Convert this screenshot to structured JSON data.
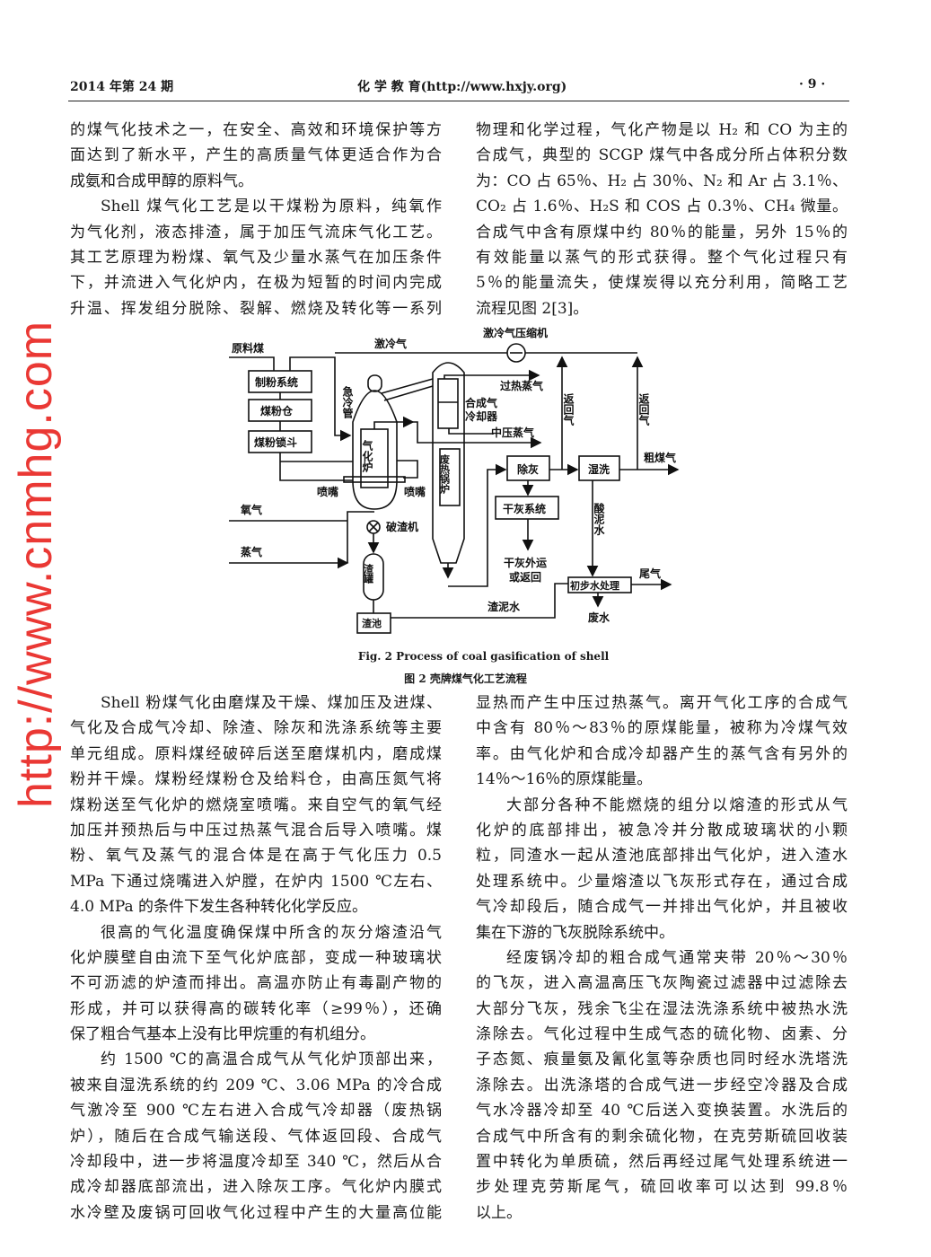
{
  "header": {
    "issue": "2014 年第 24 期",
    "journal": "化 学 教 育(http://www.hxjy.org)",
    "page": "· 9 ·"
  },
  "top_left": [
    {
      "t": "的煤气化技术之一，在安全、高效和环境保护等方"
    },
    {
      "t": "面达到了新水平，产生的高质量气体更适合作为合"
    },
    {
      "t": "成氨和合成甲醇的原料气。",
      "end": true
    },
    {
      "t": "Shell 煤气化工艺是以干煤粉为原料，纯氧作",
      "ind": true
    },
    {
      "t": "为气化剂，液态排渣，属于加压气流床气化工艺。"
    },
    {
      "t": "其工艺原理为粉煤、氧气及少量水蒸气在加压条件"
    },
    {
      "t": "下，并流进入气化炉内，在极为短暂的时间内完成"
    },
    {
      "t": "升温、挥发组分脱除、裂解、燃烧及转化等一系列"
    }
  ],
  "top_right": [
    {
      "t": "物理和化学过程，气化产物是以 H₂ 和 CO 为主的"
    },
    {
      "t": "合成气，典型的 SCGP 煤气中各成分所占体积分数"
    },
    {
      "t": "为：CO 占 65％、H₂ 占 30％、N₂ 和 Ar 占 3.1％、"
    },
    {
      "t": "CO₂ 占 1.6％、H₂S 和 COS 占 0.3％、CH₄ 微量。"
    },
    {
      "t": "合成气中含有原煤中约 80％的能量，另外 15％的"
    },
    {
      "t": "有效能量以蒸气的形式获得。整个气化过程只有"
    },
    {
      "t": "5％的能量流失，使煤炭得以充分利用，简略工艺"
    },
    {
      "t": "流程见图 2[3]。",
      "end": true
    }
  ],
  "figure": {
    "caption_en": "Fig. 2   Process of coal gasification of shell",
    "caption_cn": "图 2   壳牌煤气化工艺流程",
    "labels": {
      "raw_coal": "原料煤",
      "milling": "制粉系统",
      "coal_bin": "煤粉仓",
      "lock_hopper": "煤粉锁斗",
      "quench_pipe": "急冷管",
      "gasifier": "气化炉",
      "nozzle_left": "喷嘴",
      "nozzle_right": "喷嘴",
      "oxygen": "氧气",
      "steam": "蒸气",
      "slag_crusher": "破渣机",
      "slag_tank": "渣罐",
      "slag_pool": "渣池",
      "quench_gas": "激冷气",
      "quench_compressor": "激冷气压缩机",
      "superheated_steam": "过热蒸气",
      "syngas_cooler_1": "合成气",
      "syngas_cooler_2": "冷却器",
      "mp_steam": "中压蒸气",
      "waste_boiler": "废热锅炉",
      "return_gas_1": "返回气",
      "return_gas_2": "返回气",
      "ash_removal": "除灰",
      "wet_wash": "湿洗",
      "crude_gas": "粗煤气",
      "dry_ash_system": "干灰系统",
      "dry_ash_out_1": "干灰外运",
      "dry_ash_out_2": "或返回",
      "acid_slurry": "酸泥水",
      "primary_water": "初步水处理",
      "tail_gas": "尾气",
      "waste_water": "废水",
      "slag_slurry": "渣泥水"
    }
  },
  "bottom_left": [
    {
      "t": "Shell 粉煤气化由磨煤及干燥、煤加压及进煤、",
      "ind": true
    },
    {
      "t": "气化及合成气冷却、除渣、除灰和洗涤系统等主要"
    },
    {
      "t": "单元组成。原料煤经破碎后送至磨煤机内，磨成煤"
    },
    {
      "t": "粉并干燥。煤粉经煤粉仓及给料仓，由高压氮气将"
    },
    {
      "t": "煤粉送至气化炉的燃烧室喷嘴。来自空气的氧气经"
    },
    {
      "t": "加压并预热后与中压过热蒸气混合后导入喷嘴。煤"
    },
    {
      "t": "粉、氧气及蒸气的混合体是在高于气化压力 0.5"
    },
    {
      "t": "MPa 下通过烧嘴进入炉膛，在炉内 1500 ℃左右、"
    },
    {
      "t": "4.0 MPa 的条件下发生各种转化化学反应。",
      "end": true
    },
    {
      "t": "很高的气化温度确保煤中所含的灰分熔渣沿气",
      "ind": true
    },
    {
      "t": "化炉膜壁自由流下至气化炉底部，变成一种玻璃状"
    },
    {
      "t": "不可沥滤的炉渣而排出。高温亦防止有毒副产物的"
    },
    {
      "t": "形成，并可以获得高的碳转化率（≥99％），还确"
    },
    {
      "t": "保了粗合气基本上没有比甲烷重的有机组分。",
      "end": true
    },
    {
      "t": "约 1500 ℃的高温合成气从气化炉顶部出来，",
      "ind": true
    },
    {
      "t": "被来自湿洗系统的约 209 ℃、3.06 MPa 的冷合成"
    },
    {
      "t": "气激冷至 900 ℃左右进入合成气冷却器（废热锅"
    },
    {
      "t": "炉），随后在合成气输送段、气体返回段、合成气"
    },
    {
      "t": "冷却段中，进一步将温度冷却至 340 ℃，然后从合"
    },
    {
      "t": "成冷却器底部流出，进入除灰工序。气化炉内膜式"
    },
    {
      "t": "水冷壁及废锅可回收气化过程中产生的大量高位能"
    }
  ],
  "bottom_right": [
    {
      "t": "显热而产生中压过热蒸气。离开气化工序的合成气"
    },
    {
      "t": "中含有 80％～83％的原煤能量，被称为冷煤气效"
    },
    {
      "t": "率。由气化炉和合成冷却器产生的蒸气含有另外的"
    },
    {
      "t": "14％～16％的原煤能量。",
      "end": true
    },
    {
      "t": "大部分各种不能燃烧的组分以熔渣的形式从气",
      "ind": true
    },
    {
      "t": "化炉的底部排出，被急冷并分散成玻璃状的小颗"
    },
    {
      "t": "粒，同渣水一起从渣池底部排出气化炉，进入渣水"
    },
    {
      "t": "处理系统中。少量熔渣以飞灰形式存在，通过合成"
    },
    {
      "t": "气冷却段后，随合成气一并排出气化炉，并且被收"
    },
    {
      "t": "集在下游的飞灰脱除系统中。",
      "end": true
    },
    {
      "t": "经废锅冷却的粗合成气通常夹带 20％～30％",
      "ind": true
    },
    {
      "t": "的飞灰，进入高温高压飞灰陶瓷过滤器中过滤除去"
    },
    {
      "t": "大部分飞灰，残余飞尘在湿法洗涤系统中被热水洗"
    },
    {
      "t": "涤除去。气化过程中生成气态的硫化物、卤素、分"
    },
    {
      "t": "子态氮、痕量氨及氰化氢等杂质也同时经水洗塔洗"
    },
    {
      "t": "涤除去。出洗涤塔的合成气进一步经空冷器及合成"
    },
    {
      "t": "气水冷器冷却至 40 ℃后送入变换装置。水洗后的"
    },
    {
      "t": "合成气中所含有的剩余硫化物，在克劳斯硫回收装"
    },
    {
      "t": "置中转化为单质硫，然后再经过尾气处理系统进一"
    },
    {
      "t": "步处理克劳斯尾气，硫回收率可以达到 99.8％"
    },
    {
      "t": "以上。",
      "end": true
    }
  ],
  "watermark": "http://www.cnmhg.com"
}
